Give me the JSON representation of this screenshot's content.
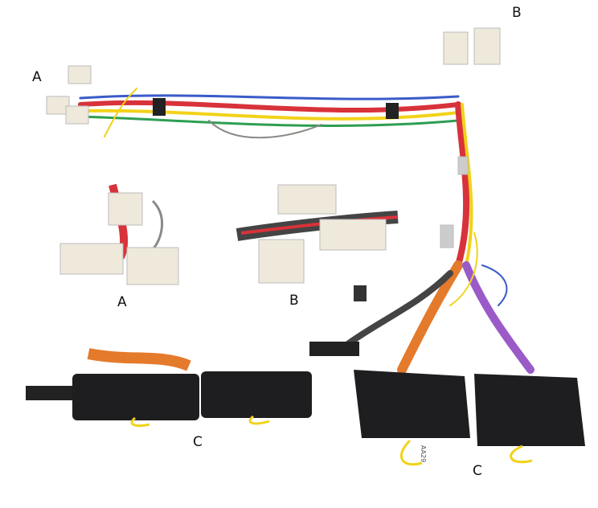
{
  "labels": {
    "a_main": "A",
    "b_main": "B",
    "a_detail": "A",
    "b_detail": "B",
    "c_detail": "C",
    "c_main": "C"
  },
  "module_tag": "AA29",
  "colors": {
    "connector": "#efe9dc",
    "module": "#1e1e20",
    "wire_yellow": "#f2d21a",
    "wire_red": "#d8323a",
    "wire_blue": "#3a5bc8",
    "wire_green": "#2e9e52",
    "wire_gray": "#8a8a86"
  }
}
